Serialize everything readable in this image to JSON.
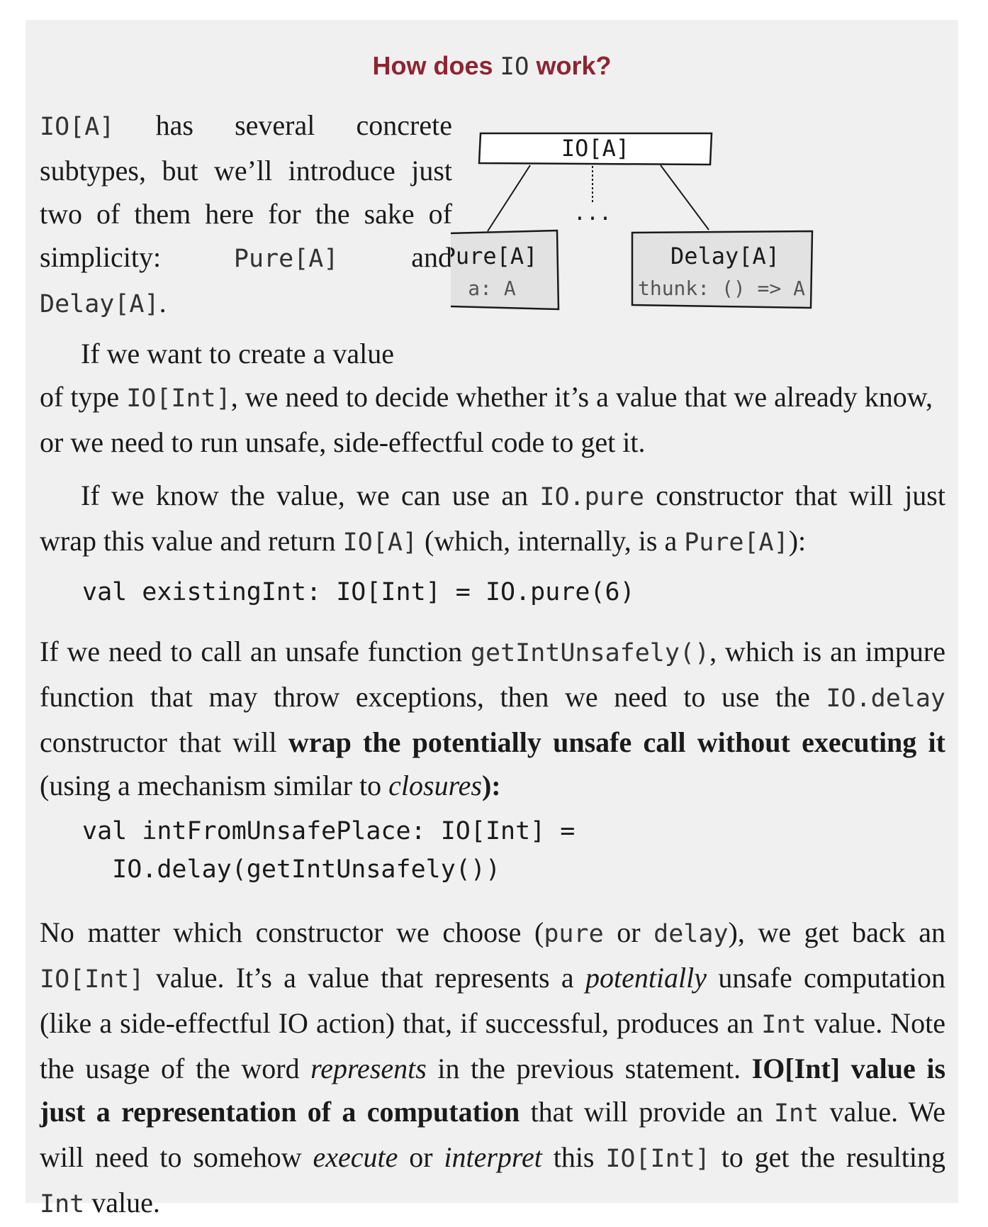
{
  "title": {
    "prefix": "How does ",
    "code": "IO",
    "suffix": " work?"
  },
  "diagram": {
    "root": "IO[A]",
    "ellipsis": "...",
    "left": {
      "name": "Pure[A]",
      "field": "a: A"
    },
    "right": {
      "name": "Delay[A]",
      "field": "thunk: () => A"
    }
  },
  "p1": {
    "c1": "IO[A]",
    "t1": " has several concrete subtypes, but we’ll introduce just two of them here for the sake of simplicity: ",
    "c2": "Pure[A]",
    "t2": " and ",
    "c3": "Delay[A]",
    "t3": "."
  },
  "p2": {
    "t1": "If we want to create a value",
    "t2": "of type ",
    "c1": "IO[Int]",
    "t3": ", we need to decide whether it’s a value that we already know, or we need to run unsafe, side-effectful code to get it."
  },
  "p3": {
    "t1": "If we know the value, we can use an ",
    "c1": "IO.pure",
    "t2": " constructor that will just wrap this value and return ",
    "c2": "IO[A]",
    "t3": " (which, internally, is a ",
    "c3": "Pure[A]",
    "t4": "):"
  },
  "code1": "val existingInt: IO[Int] = IO.pure(6)",
  "p4": {
    "t1": "If we need to call an unsafe function ",
    "c1": "getIntUnsafely()",
    "t2": ", which is an impure function that may throw exceptions, then we need to use the ",
    "c2": "IO.delay",
    "t3": "  constructor that will ",
    "b1": "wrap the potentially unsafe call without executing it",
    "t4": " (using a mechanism similar to ",
    "i1": "closures",
    "t5": "):"
  },
  "code2": "val intFromUnsafePlace: IO[Int] =\n  IO.delay(getIntUnsafely())",
  "p5": {
    "t1": "No matter which constructor we choose (",
    "c1": "pure",
    "t2": " or ",
    "c2": "delay",
    "t3": "), we get back an ",
    "c3": "IO[Int]",
    "t4": " value. It’s a value that represents a ",
    "i1": "potentially",
    "t5": " unsafe computation (like a side-effectful IO action) that, if successful, produces an ",
    "c4": "Int",
    "t6": " value. Note the usage of the word ",
    "i2": "represents",
    "t7": " in the previous statement. ",
    "b1": "IO[Int] value is just a representation of a computation",
    "t8": " that will provide an ",
    "c5": "Int",
    "t9": " value. We will need to somehow ",
    "i3": "execute",
    "t10": " or ",
    "i4": "interpret",
    "t11": " this ",
    "c6": "IO[Int]",
    "t12": " to get the resulting ",
    "c7": "Int",
    "t13": " value."
  }
}
